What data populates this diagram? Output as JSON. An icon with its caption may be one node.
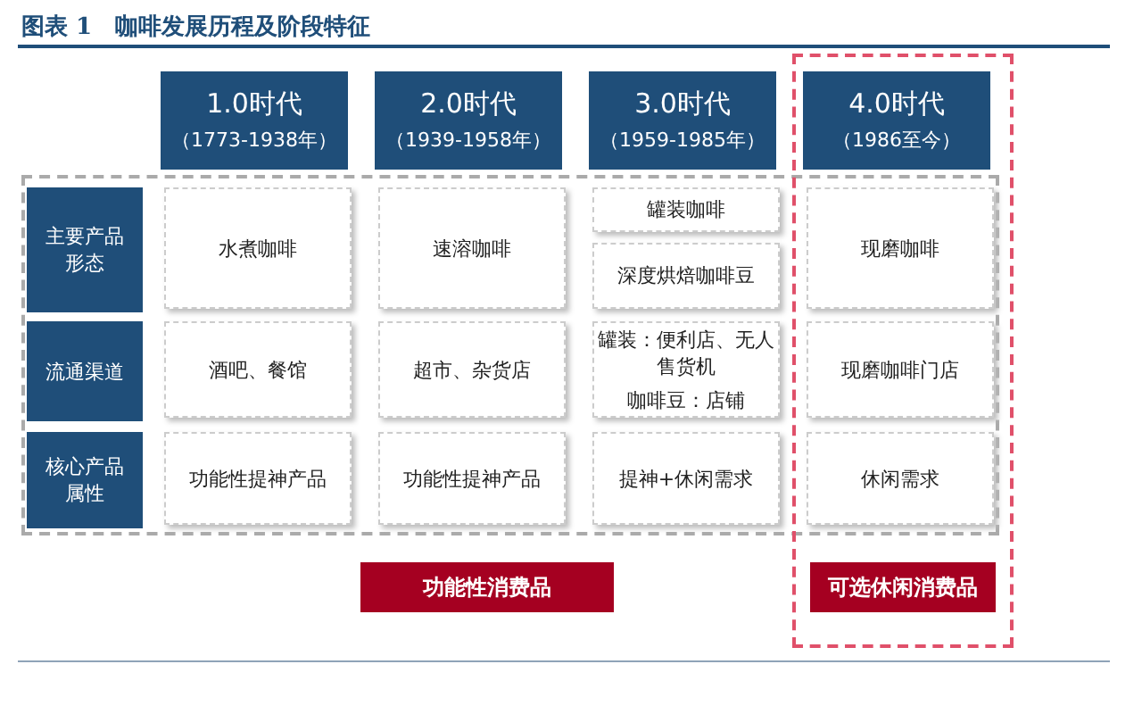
{
  "diagram": {
    "title": "图表 1　咖啡发展历程及阶段特征",
    "nodes": [
      {
        "text": [
          "1.0时代",
          "（1773-1938年）"
        ]
      },
      {
        "text": [
          "2.0时代",
          "（1939-1958年）"
        ]
      },
      {
        "text": [
          "3.0时代",
          "（1959-1985年）"
        ]
      },
      {
        "text": [
          "4.0时代",
          "（1986至今）"
        ]
      },
      {
        "text": [
          "主要产品形态"
        ]
      },
      {
        "text": [
          "水煮咖啡"
        ]
      },
      {
        "text": [
          "速溶咖啡"
        ]
      },
      {
        "text": [
          "罐装咖啡"
        ]
      },
      {
        "text": [
          "深度烘焙咖啡豆"
        ]
      },
      {
        "text": [
          "现磨咖啡"
        ]
      },
      {
        "text": [
          "流通渠道"
        ]
      },
      {
        "text": [
          "酒吧、餐馆"
        ]
      },
      {
        "text": [
          "超市、杂货店"
        ]
      },
      {
        "text": [
          "罐装：便利店、无人售货机",
          "咖啡豆：店铺"
        ]
      },
      {
        "text": [
          "现磨咖啡门店"
        ]
      },
      {
        "text": [
          "核心产品属性"
        ]
      },
      {
        "text": [
          "功能性提神产品"
        ]
      },
      {
        "text": [
          "功能性提神产品"
        ]
      },
      {
        "text": [
          "提神+休闲需求"
        ]
      },
      {
        "text": [
          "休闲需求"
        ]
      },
      {
        "text": [
          "功能性消费品"
        ]
      },
      {
        "text": [
          "可选休闲消费品"
        ]
      }
    ],
    "edges": []
  }
}
